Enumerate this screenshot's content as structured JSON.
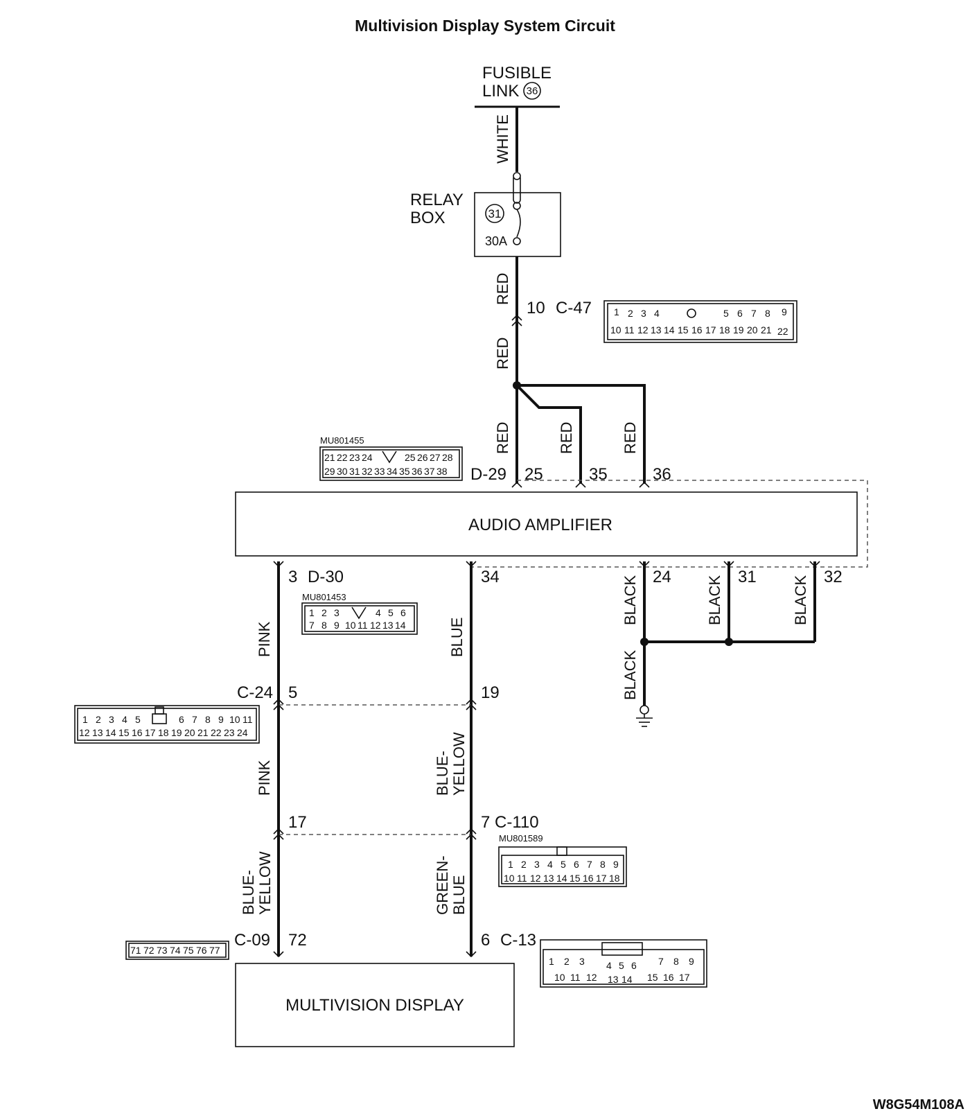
{
  "title": "Multivision Display System Circuit",
  "fusible_link": {
    "line1": "FUSIBLE",
    "line2": "LINK",
    "number": "36"
  },
  "relay_box": {
    "line1": "RELAY",
    "line2": "BOX",
    "fuse_number": "31",
    "fuse_rating": "30A"
  },
  "wire_colors": {
    "white": "WHITE",
    "red": "RED",
    "pink": "PINK",
    "blue": "BLUE",
    "black": "BLACK",
    "blue_yellow_1": "BLUE-",
    "blue_yellow_2": "YELLOW",
    "green_blue_1": "GREEN-",
    "green_blue_2": "BLUE"
  },
  "connectors": {
    "c47": {
      "name": "C-47",
      "pin": "10"
    },
    "d29": {
      "name": "D-29",
      "part": "MU801455",
      "pins": [
        "25",
        "35",
        "36"
      ]
    },
    "d30": {
      "name": "D-30",
      "part": "MU801453",
      "pin_left": "3",
      "pin_right": "34"
    },
    "ground_pins": [
      "24",
      "31",
      "32"
    ],
    "c24": {
      "name": "C-24",
      "pin_left": "5",
      "pin_right": "19"
    },
    "c110": {
      "name": "C-110",
      "part": "MU801589",
      "pin_left": "17",
      "pin_right": "7"
    },
    "c09": {
      "name": "C-09",
      "pin": "72"
    },
    "c13": {
      "name": "C-13",
      "pin": "6"
    }
  },
  "components": {
    "amplifier": "AUDIO AMPLIFIER",
    "display": "MULTIVISION DISPLAY"
  },
  "figure_code": "W8G54M108A"
}
